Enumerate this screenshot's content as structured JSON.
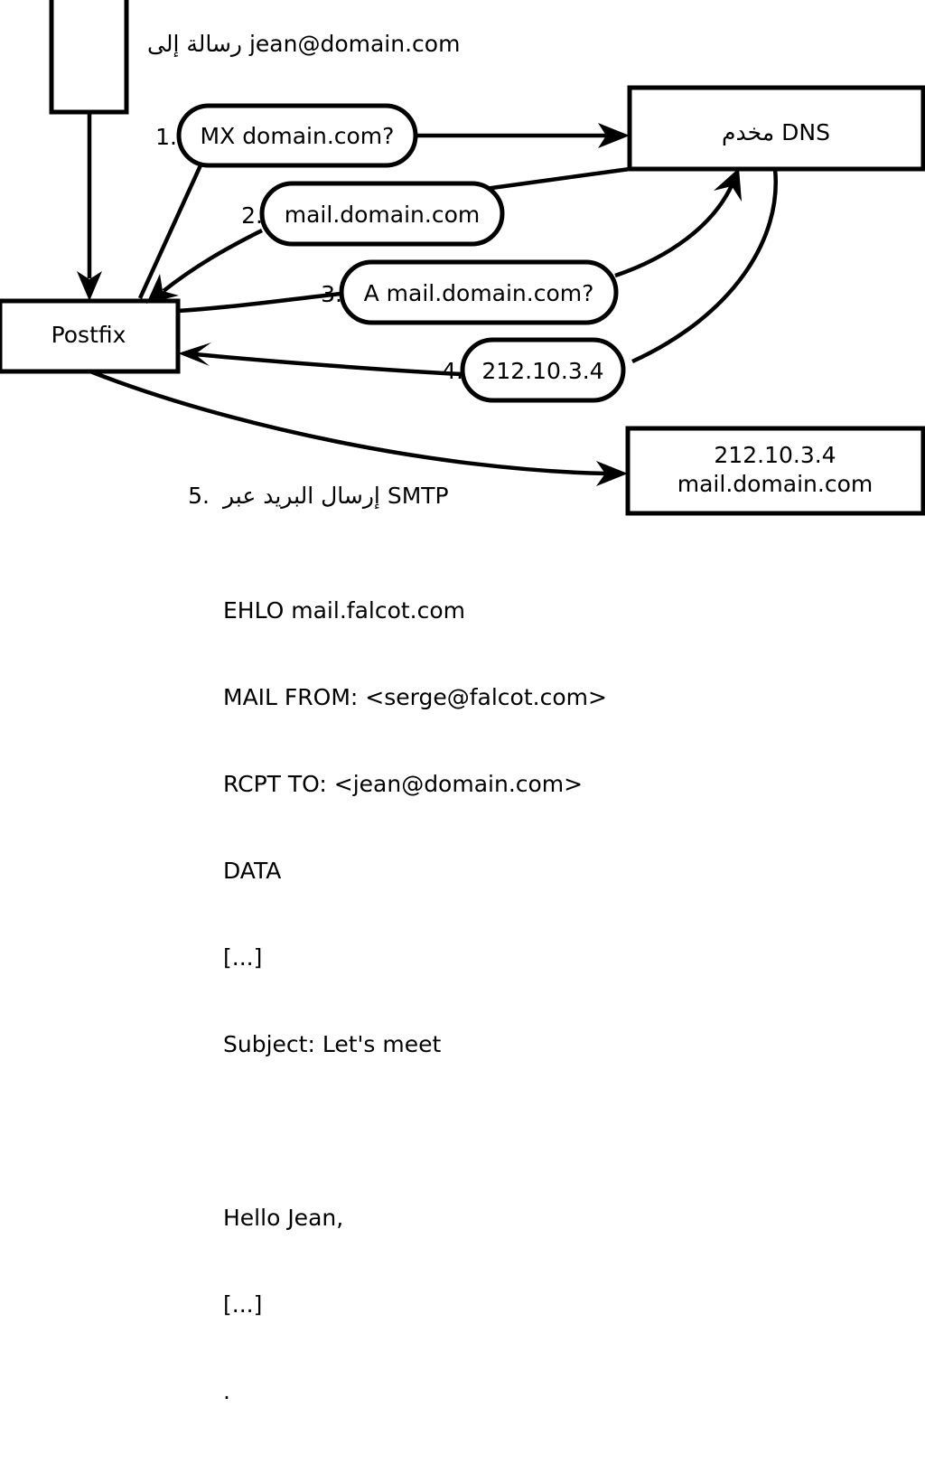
{
  "diagram": {
    "title_note": "رسالة إلى jean@domain.com",
    "nodes": {
      "sender_box": {
        "label": ""
      },
      "postfix": {
        "label": "Postfix"
      },
      "dns_server": {
        "label": "مخدم DNS"
      },
      "mail_server": {
        "line1": "212.10.3.4",
        "line2": "mail.domain.com"
      }
    },
    "steps": [
      {
        "number": "1.",
        "bubble": "MX domain.com?"
      },
      {
        "number": "2.",
        "bubble": "mail.domain.com"
      },
      {
        "number": "3.",
        "bubble": "A mail.domain.com?"
      },
      {
        "number": "4.",
        "bubble": "212.10.3.4"
      },
      {
        "number": "5.",
        "caption": "إرسال البريد عبر SMTP"
      }
    ],
    "transcript": [
      "EHLO mail.falcot.com",
      "MAIL FROM: <serge@falcot.com>",
      "RCPT TO: <jean@domain.com>",
      "DATA",
      "[...]",
      "Subject: Let's meet",
      "",
      "Hello Jean,",
      "[...]",
      "."
    ]
  },
  "colors": {
    "stroke": "#000000",
    "fill": "#ffffff",
    "text": "#000000"
  }
}
